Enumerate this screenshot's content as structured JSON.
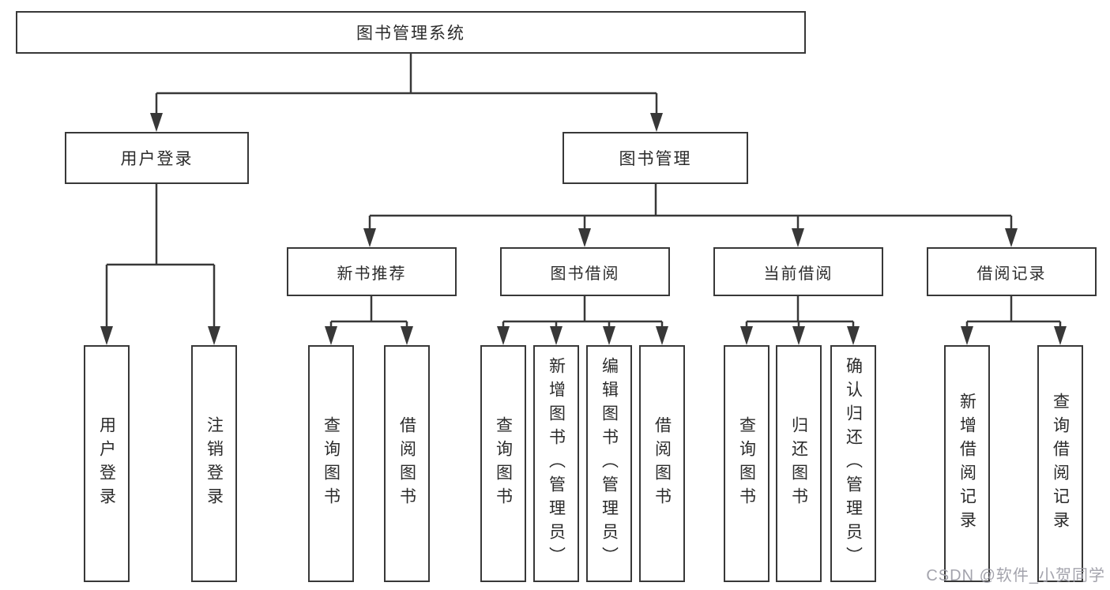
{
  "diagram": {
    "root": {
      "label": "图书管理系统",
      "children": [
        {
          "label": "用户登录",
          "children": [
            {
              "label": "用户登录"
            },
            {
              "label": "注销登录"
            }
          ]
        },
        {
          "label": "图书管理",
          "children": [
            {
              "label": "新书推荐",
              "children": [
                {
                  "label": "查询图书"
                },
                {
                  "label": "借阅图书"
                }
              ]
            },
            {
              "label": "图书借阅",
              "children": [
                {
                  "label": "查询图书"
                },
                {
                  "label": "新增图书（管理员）"
                },
                {
                  "label": "编辑图书（管理员）"
                },
                {
                  "label": "借阅图书"
                }
              ]
            },
            {
              "label": "当前借阅",
              "children": [
                {
                  "label": "查询图书"
                },
                {
                  "label": "归还图书"
                },
                {
                  "label": "确认归还（管理员）"
                }
              ]
            },
            {
              "label": "借阅记录",
              "children": [
                {
                  "label": "新增借阅记录"
                },
                {
                  "label": "查询借阅记录"
                }
              ]
            }
          ]
        }
      ]
    },
    "line_color": "#383838"
  },
  "watermark": "CSDN @软件_小贺同学"
}
